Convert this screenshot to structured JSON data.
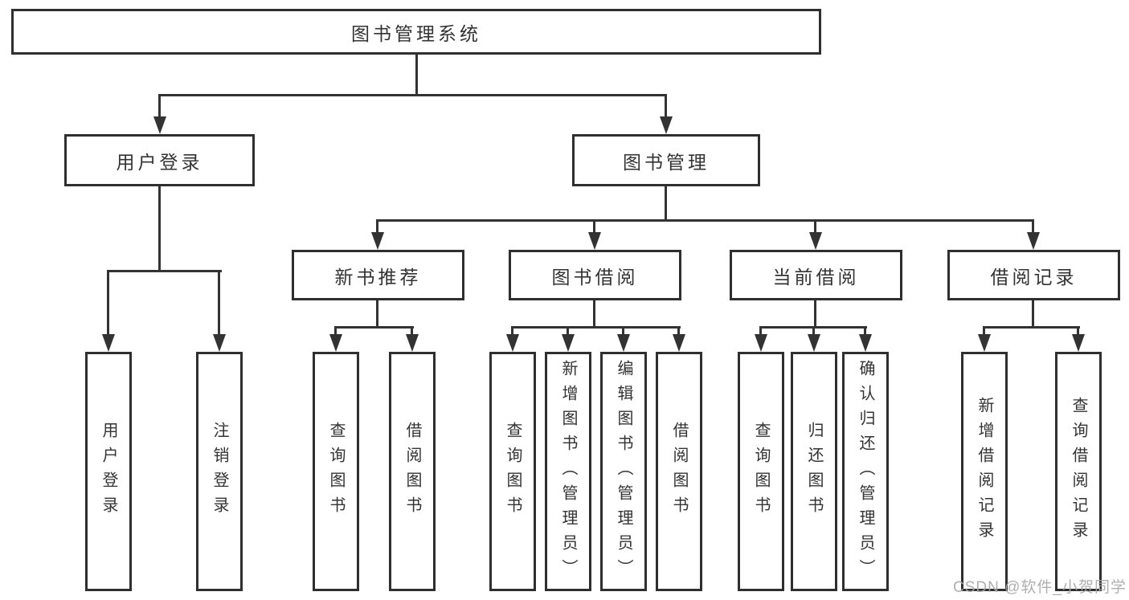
{
  "diagram": {
    "root": {
      "label": "图书管理系统"
    },
    "branches": [
      {
        "label": "用户登录",
        "children": [
          "用户登录",
          "注销登录"
        ]
      },
      {
        "label": "图书管理",
        "children": [
          {
            "label": "新书推荐",
            "children": [
              "查询图书",
              "借阅图书"
            ]
          },
          {
            "label": "图书借阅",
            "children": [
              "查询图书",
              "新增图书（管理员）",
              "编辑图书（管理员）",
              "借阅图书"
            ]
          },
          {
            "label": "当前借阅",
            "children": [
              "查询图书",
              "归还图书",
              "确认归还（管理员）"
            ]
          },
          {
            "label": "借阅记录",
            "children": [
              "新增借阅记录",
              "查询借阅记录"
            ]
          }
        ]
      }
    ]
  },
  "watermark": "CSDN @软件_小贺同学",
  "colors": {
    "line": "#333333",
    "border": "#2f2f2f",
    "text": "#333333",
    "watermark": "#a8a8a8",
    "background": "#ffffff"
  }
}
